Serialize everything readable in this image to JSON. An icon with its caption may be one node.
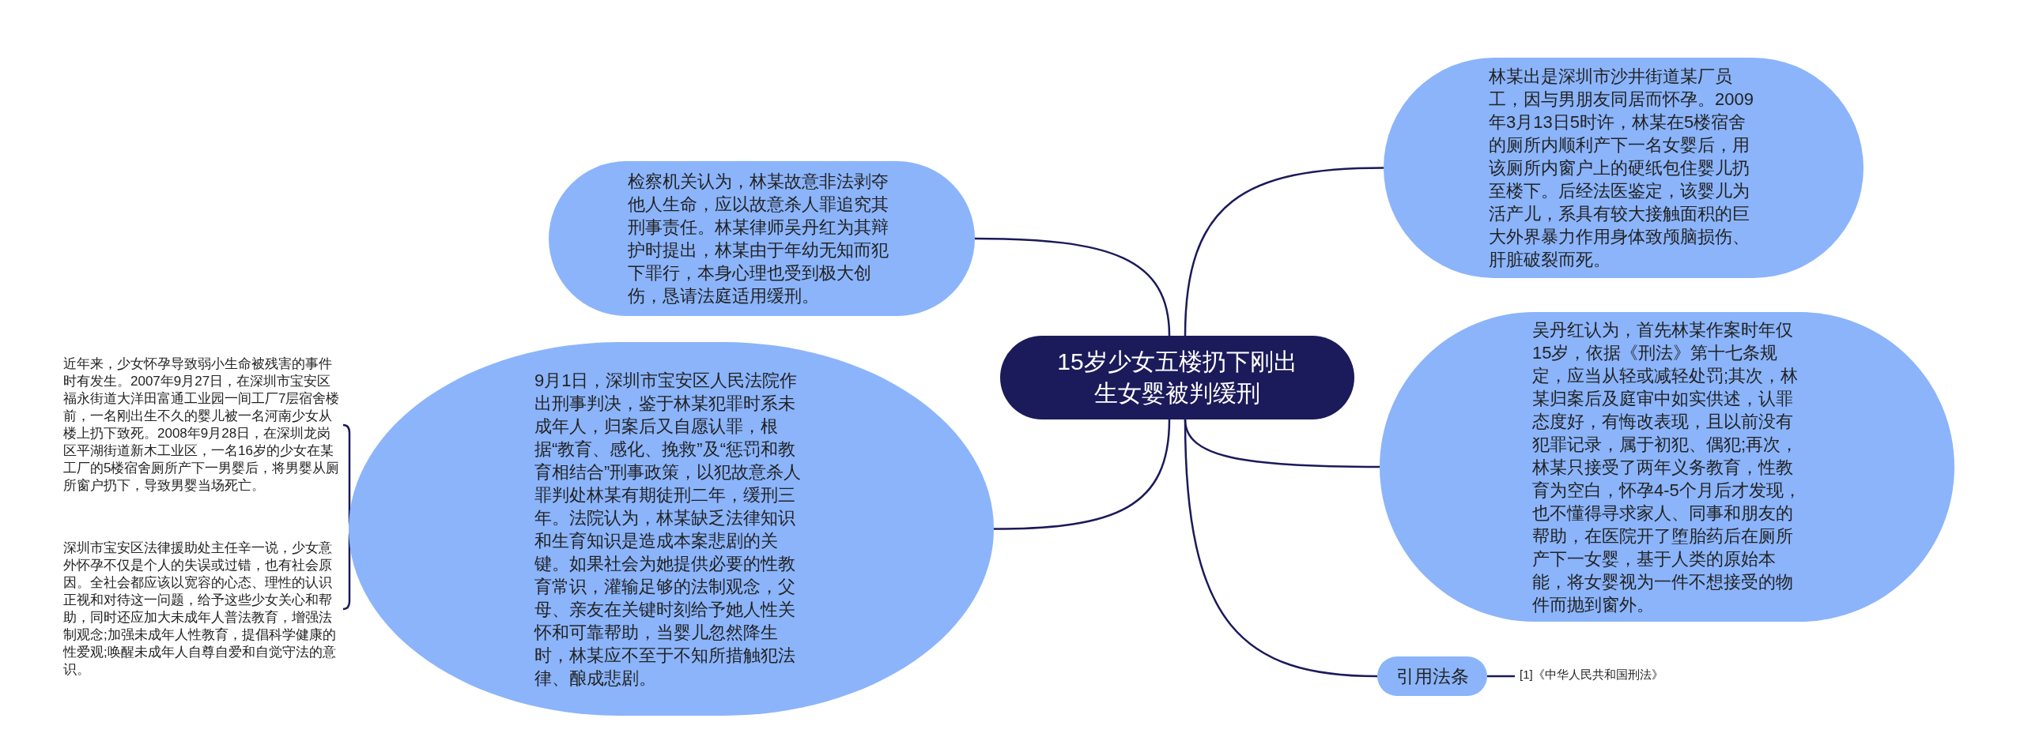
{
  "diagram": {
    "nodes": [
      {
        "text": [
          "15岁少女五楼扔下刚出生女婴被判缓刑"
        ]
      },
      {
        "text": [
          "检察机关认为，林某故意非法剥夺他人生命，应以故意杀人罪追究其刑事责任。林某律师吴丹红为其辩护时提出，林某由于年幼无知而犯下罪行，本身心理也受到极大创伤，恳请法庭适用缓刑。"
        ]
      },
      {
        "text": [
          "9月1日，深圳市宝安区人民法院作出刑事判决，鉴于林某犯罪时系未成年人，归案后又自愿认罪，根据“教育、感化、挽救”及“惩罚和教育相结合”刑事政策，以犯故意杀人罪判处林某有期徒刑二年，缓刑三年。法院认为，林某缺乏法律知识和生育知识是造成本案悲剧的关键。如果社会为她提供必要的性教育常识，灌输足够的法制观念，父母、亲友在关键时刻给予她人性关怀和可靠帮助，当婴儿忽然降生时，林某应不至于不知所措触犯法律、酿成悲剧。"
        ]
      },
      {
        "text": [
          "近年来，少女怀孕导致弱小生命被残害的事件时有发生。2007年9月27日，在深圳市宝安区福永街道大洋田富通工业园一间工厂7层宿舍楼前，一名刚出生不久的婴儿被一名河南少女从楼上扔下致死。2008年9月28日，在深圳龙岗区平湖街道新木工业区，一名16岁的少女在某工厂的5楼宿舍厕所产下一男婴后，将男婴从厕所窗户扔下，导致男婴当场死亡。"
        ]
      },
      {
        "text": [
          "深圳市宝安区法律援助处主任辛一说，少女意外怀孕不仅是个人的失误或过错，也有社会原因。全社会都应该以宽容的心态、理性的认识正视和对待这一问题，给予这些少女关心和帮助，同时还应加大未成年人普法教育，增强法制观念;加强未成年人性教育，提倡科学健康的性爱观;唤醒未成年人自尊自爱和自觉守法的意识。"
        ]
      },
      {
        "text": [
          "林某出是深圳市沙井街道某厂员工，因与男朋友同居而怀孕。2009年3月13日5时许，林某在5楼宿舍的厕所内顺利产下一名女婴后，用该厕所内窗户上的硬纸包住婴儿扔至楼下。后经法医鉴定，该婴儿为活产儿，系具有较大接触面积的巨大外界暴力作用身体致颅脑损伤、肝脏破裂而死。"
        ]
      },
      {
        "text": [
          "吴丹红认为，首先林某作案时年仅15岁，依据《刑法》第十七条规定，应当从轻或减轻处罚;其次，林某归案后及庭审中如实供述，认罪态度好，有悔改表现，且以前没有犯罪记录，属于初犯、偶犯;再次，林某只接受了两年义务教育，性教育为空白，怀孕4-5个月后才发现，也不懂得寻求家人、同事和朋友的帮助，在医院开了堕胎药后在厕所产下一女婴，基于人类的原始本能，将女婴视为一件不想接受的物件而抛到窗外。"
        ]
      },
      {
        "text": [
          "引用法条"
        ]
      },
      {
        "text": [
          "[1]《中华人民共和国刑法》"
        ]
      }
    ],
    "edges": [
      {
        "from": 0,
        "to": 1,
        "arrow": "none"
      },
      {
        "from": 0,
        "to": 2,
        "arrow": "none"
      },
      {
        "from": 0,
        "to": 5,
        "arrow": "none"
      },
      {
        "from": 0,
        "to": 6,
        "arrow": "none"
      },
      {
        "from": 0,
        "to": 7,
        "arrow": "none"
      },
      {
        "from": 2,
        "to": 3,
        "arrow": "none"
      },
      {
        "from": 2,
        "to": 4,
        "arrow": "none"
      },
      {
        "from": 7,
        "to": 8,
        "arrow": "none"
      }
    ]
  }
}
